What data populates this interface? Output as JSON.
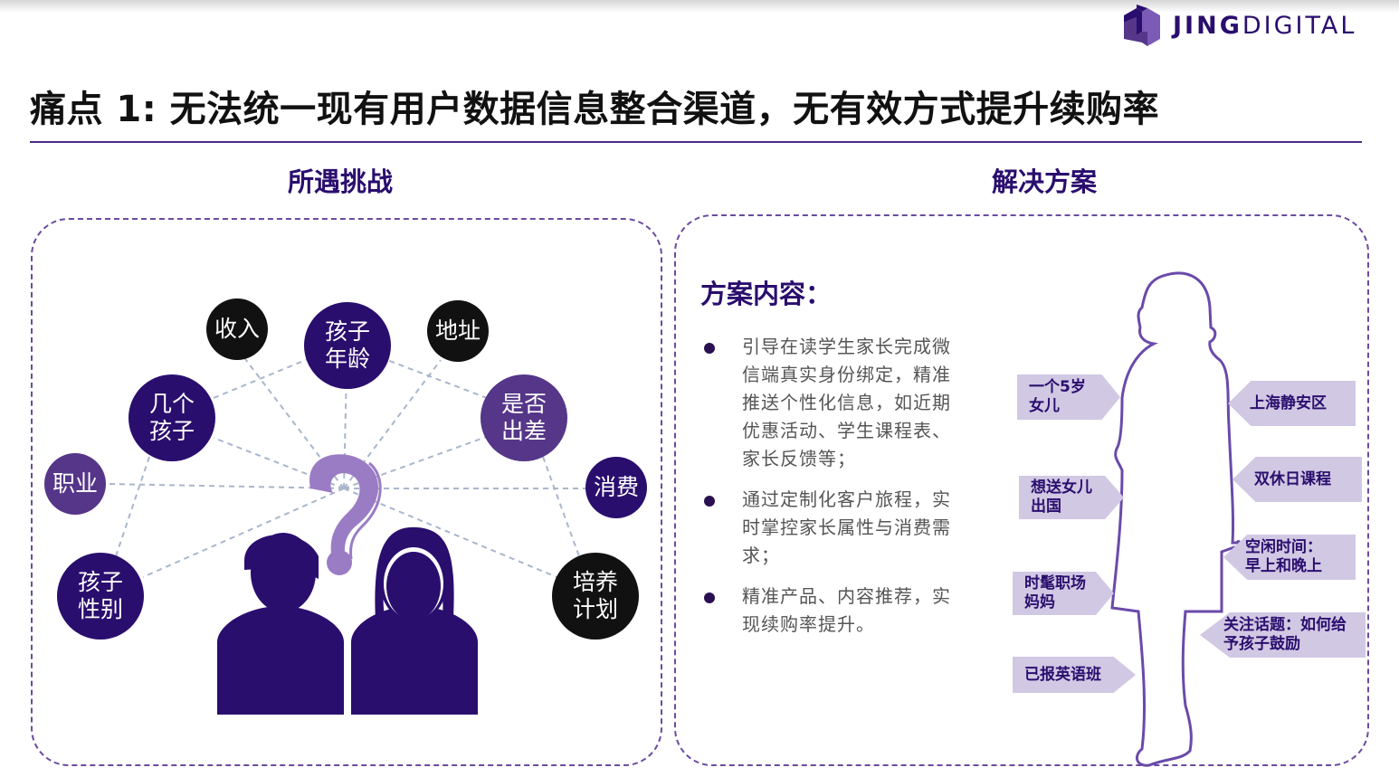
{
  "brand": {
    "name_bold": "JING",
    "name_light": "DIGITAL",
    "logo_color": "#2a0e6e",
    "logo_accent": "#7b5bb5"
  },
  "slide": {
    "title": "痛点 1: 无法统一现有用户数据信息整合渠道，无有效方式提升续购率"
  },
  "challenges": {
    "heading": "所遇挑战",
    "center_icon": "question-mark-icon",
    "people_icon": "couple-silhouette-icon",
    "bubbles": [
      {
        "label": "收入",
        "color": "#111111"
      },
      {
        "label": "孩子\n年龄",
        "color": "#2a0e6e"
      },
      {
        "label": "地址",
        "color": "#111111"
      },
      {
        "label": "几个\n孩子",
        "color": "#2a0e6e"
      },
      {
        "label": "是否\n出差",
        "color": "#553689"
      },
      {
        "label": "职业",
        "color": "#553689"
      },
      {
        "label": "消费",
        "color": "#2a0e6e"
      },
      {
        "label": "孩子\n性别",
        "color": "#2a0e6e"
      },
      {
        "label": "培养\n计划",
        "color": "#111111"
      }
    ]
  },
  "solution": {
    "heading": "解决方案",
    "content_title": "方案内容：",
    "bullets": [
      "引导在读学生家长完成微信端真实身份绑定，精准推送个性化信息，如近期优惠活动、学生课程表、家长反馈等；",
      "通过定制化客户旅程，实时掌控家长属性与消费需求；",
      "精准产品、内容推荐，实现续购率提升。"
    ],
    "persona_icon": "woman-outline-icon",
    "tags_left": [
      "一个5岁\n女儿",
      "想送女儿\n出国",
      "时髦职场\n妈妈",
      "已报英语班"
    ],
    "tags_right": [
      "上海静安区",
      "双休日课程",
      "空闲时间：\n早上和晚上",
      "关注话题：如何给\n予孩子鼓励"
    ]
  }
}
